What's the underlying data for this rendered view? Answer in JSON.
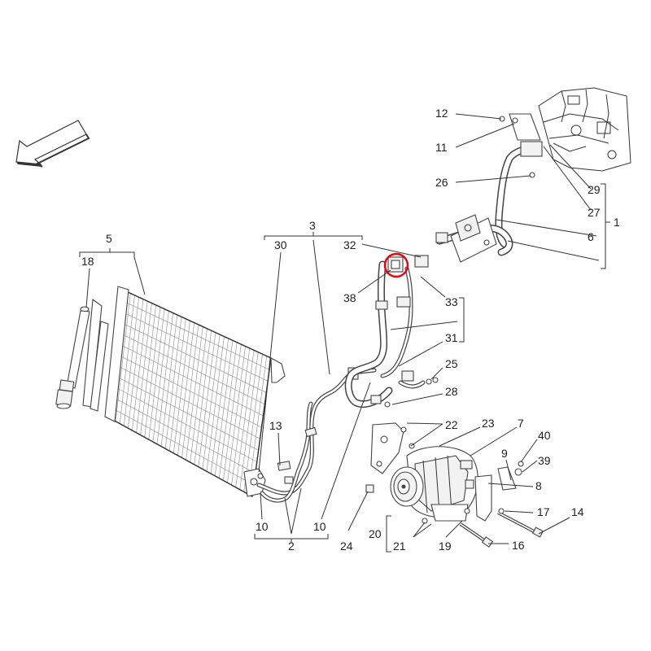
{
  "colors": {
    "line": "#333333",
    "highlight": "#e30613",
    "background": "#ffffff"
  },
  "icons": {
    "direction": "direction-arrow-icon"
  },
  "labels": {
    "l1": "1",
    "l2": "2",
    "l3": "3",
    "l5": "5",
    "l6": "6",
    "l7": "7",
    "l8": "8",
    "l9": "9",
    "l10a": "10",
    "l10b": "10",
    "l11": "11",
    "l12": "12",
    "l13": "13",
    "l14": "14",
    "l16": "16",
    "l17": "17",
    "l18": "18",
    "l19": "19",
    "l20": "20",
    "l21": "21",
    "l22": "22",
    "l23": "23",
    "l24": "24",
    "l25": "25",
    "l26": "26",
    "l27": "27",
    "l28": "28",
    "l29": "29",
    "l30": "30",
    "l31": "31",
    "l32": "32",
    "l33": "33",
    "l38": "38",
    "l39": "39",
    "l40": "40"
  }
}
